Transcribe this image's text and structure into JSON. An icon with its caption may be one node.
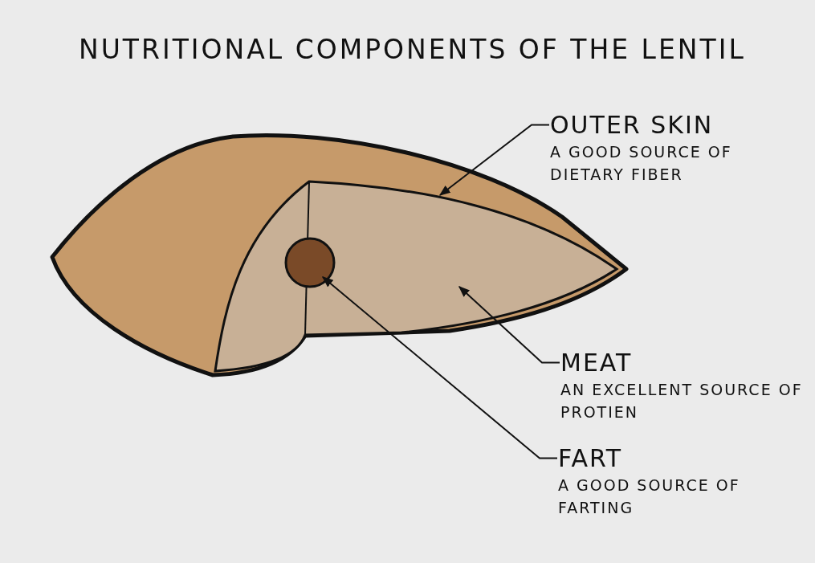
{
  "diagram": {
    "title": "NUTRITIONAL COMPONENTS OF THE LENTIL",
    "nodes": [
      {
        "text": [
          "OUTER SKIN",
          "A GOOD SOURCE OF DIETARY FIBER"
        ]
      },
      {
        "text": [
          "MEAT",
          "AN EXCELLENT SOURCE OF PROTIEN"
        ]
      },
      {
        "text": [
          "FART",
          "A GOOD SOURCE OF FARTING"
        ]
      },
      {
        "text": [],
        "shape": "picture"
      },
      {
        "text": [],
        "shape": "picture",
        "in": 3
      },
      {
        "text": [],
        "shape": "circle",
        "in": 4
      }
    ],
    "edges": [
      {
        "from": 0,
        "to": 3,
        "arrow": "to"
      },
      {
        "from": 1,
        "to": 4,
        "arrow": "to"
      },
      {
        "from": 2,
        "to": 5,
        "arrow": "to"
      }
    ]
  }
}
